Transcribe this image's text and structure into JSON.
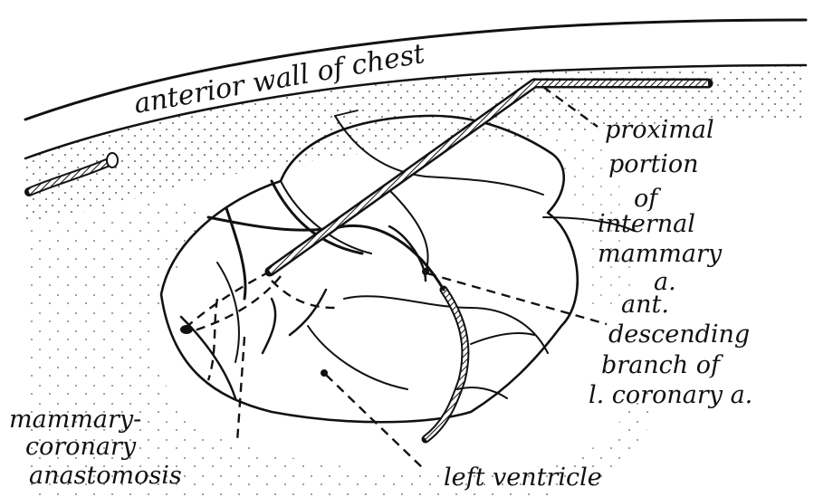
{
  "figure": {
    "labels": {
      "chest_wall": "anterior wall of chest",
      "internal_mammary": [
        "proximal",
        "portion",
        "of",
        "internal",
        "mammary",
        "a."
      ],
      "descending_branch": [
        "ant.",
        "descending",
        "branch of",
        "l. coronary a."
      ],
      "anastomosis": [
        "mammary-",
        "coronary",
        "anastomosis"
      ],
      "left_ventricle": "left ventricle"
    }
  }
}
